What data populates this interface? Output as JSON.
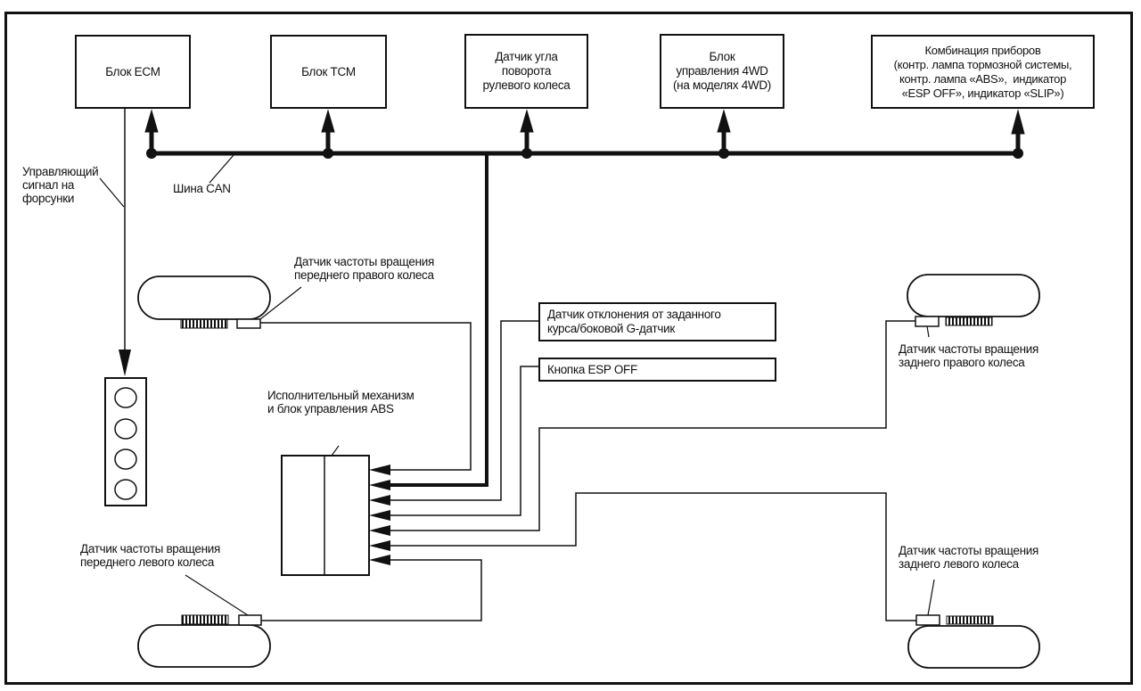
{
  "diagram": {
    "title": "",
    "modules": [
      {
        "id": "ecm",
        "text": "Блок ECM"
      },
      {
        "id": "tcm",
        "text": "Блок TCM"
      },
      {
        "id": "steering",
        "text": "Датчик угла\nповорота\nрулевого колеса"
      },
      {
        "id": "awd",
        "text": "Блок\nуправления 4WD\n(на моделях 4WD)"
      },
      {
        "id": "cluster",
        "text": "Комбинация приборов\n(контр. лампа тормозной системы,\nконтр. лампа «ABS»,  индикатор\n«ESP OFF», индикатор «SLIP»)"
      }
    ],
    "inputs": [
      {
        "id": "yaw",
        "text": "Датчик отклонения от заданного\nкурса/боковой G-датчик"
      },
      {
        "id": "esp-off",
        "text": "Кнопка ESP OFF"
      }
    ],
    "labels": {
      "injector_signal": "Управляющий\nсигнал на\nфорсунки",
      "can_bus": "Шина CAN",
      "abs_unit": "Исполнительный механизм\nи блок управления ABS",
      "sensor_front_right": "Датчик частоты вращения\nпереднего правого колеса",
      "sensor_rear_right": "Датчик частоты вращения\nзаднего правого колеса",
      "sensor_front_left": "Датчик частоты вращения\nпереднего левого колеса",
      "sensor_rear_left": "Датчик частоты вращения\nзаднего левого колеса"
    },
    "connections": [
      {
        "from": "can_bus",
        "to": "ecm",
        "type": "arrow-up"
      },
      {
        "from": "can_bus",
        "to": "tcm",
        "type": "arrow-up"
      },
      {
        "from": "can_bus",
        "to": "steering",
        "type": "arrow-up"
      },
      {
        "from": "can_bus",
        "to": "awd",
        "type": "arrow-up"
      },
      {
        "from": "can_bus",
        "to": "cluster",
        "type": "arrow-up"
      },
      {
        "from": "ecm",
        "to": "injectors",
        "type": "arrow-down"
      },
      {
        "from": "sensor_front_right",
        "to": "abs_unit",
        "type": "arrow"
      },
      {
        "from": "can_bus",
        "to": "abs_unit",
        "type": "arrow-bold"
      },
      {
        "from": "yaw",
        "to": "abs_unit",
        "type": "arrow"
      },
      {
        "from": "esp-off",
        "to": "abs_unit",
        "type": "arrow"
      },
      {
        "from": "sensor_rear_right",
        "to": "abs_unit",
        "type": "arrow"
      },
      {
        "from": "sensor_rear_left",
        "to": "abs_unit",
        "type": "arrow"
      },
      {
        "from": "sensor_front_left",
        "to": "abs_unit",
        "type": "arrow"
      }
    ]
  }
}
